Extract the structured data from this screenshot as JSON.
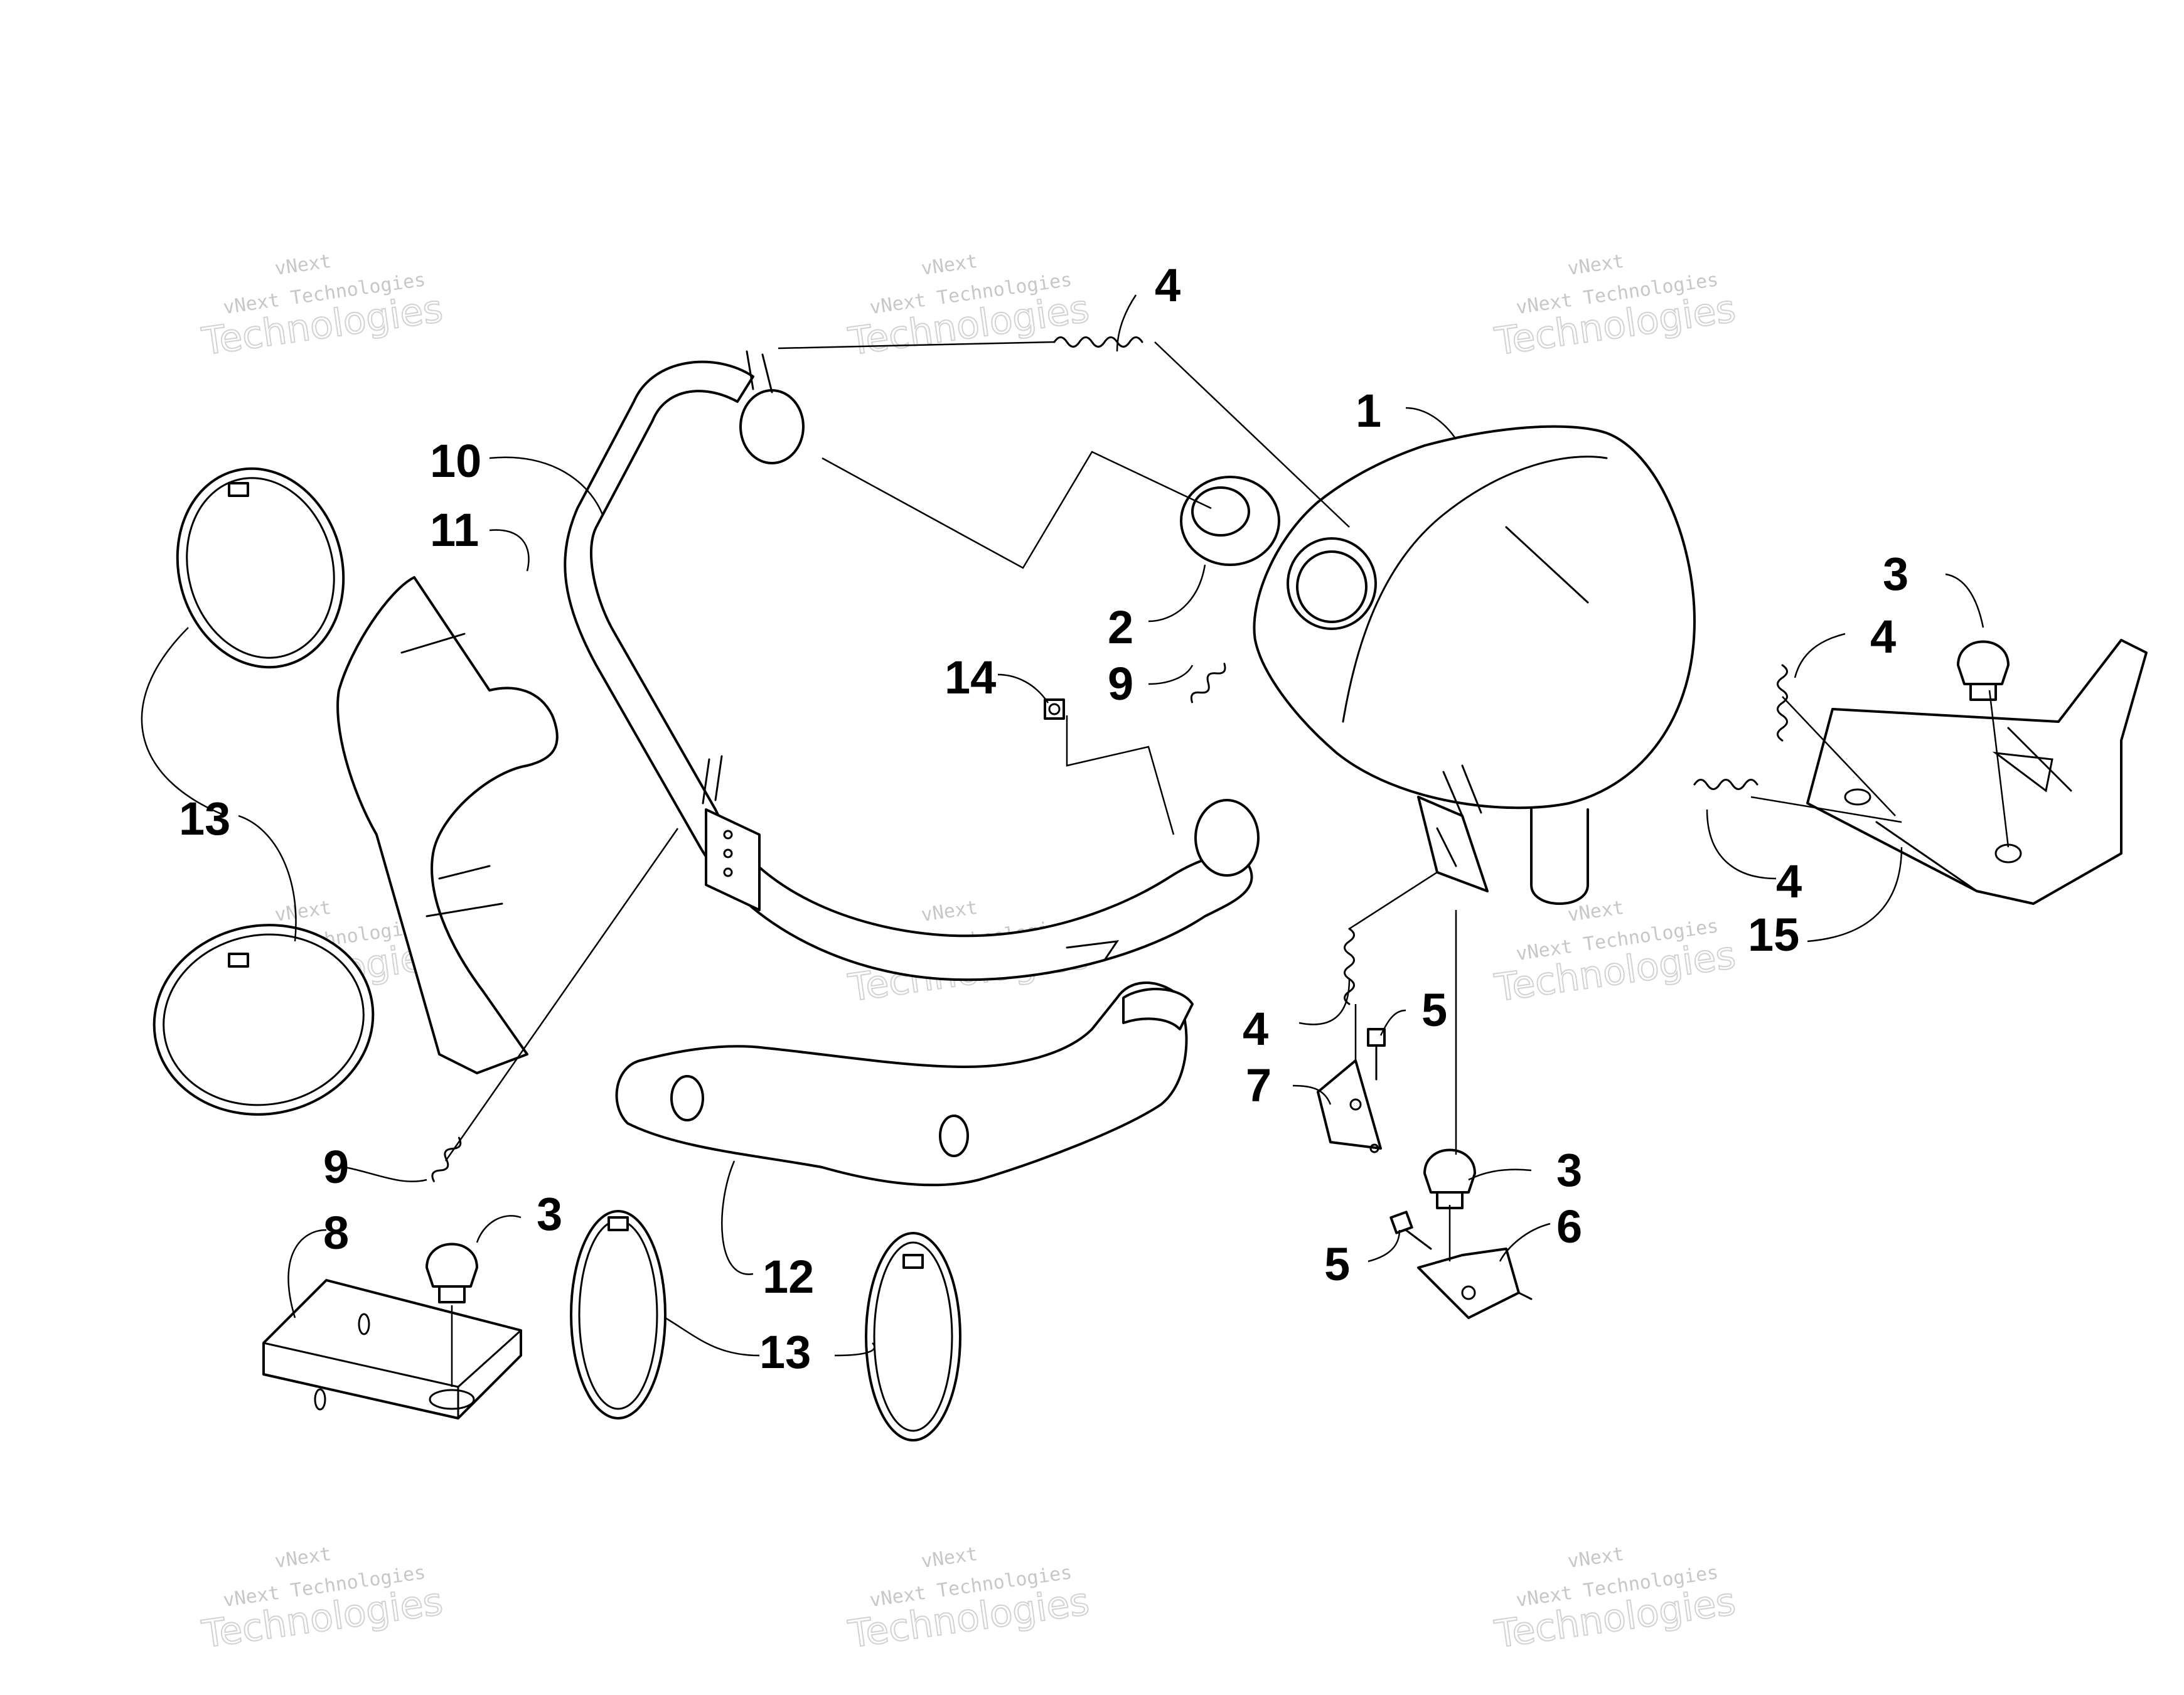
{
  "watermark": {
    "line1": "vNext",
    "line2": "vNext Technologies",
    "line3": "Technologies"
  },
  "callouts": {
    "c1": "1",
    "c2": "2",
    "c3a": "3",
    "c3b": "3",
    "c3c": "3",
    "c4a": "4",
    "c4b": "4",
    "c4c": "4",
    "c4d": "4",
    "c5a": "5",
    "c5b": "5",
    "c6": "6",
    "c7": "7",
    "c8": "8",
    "c9a": "9",
    "c9b": "9",
    "c10": "10",
    "c11": "11",
    "c12": "12",
    "c13a": "13",
    "c13b": "13",
    "c14": "14",
    "c15": "15"
  }
}
